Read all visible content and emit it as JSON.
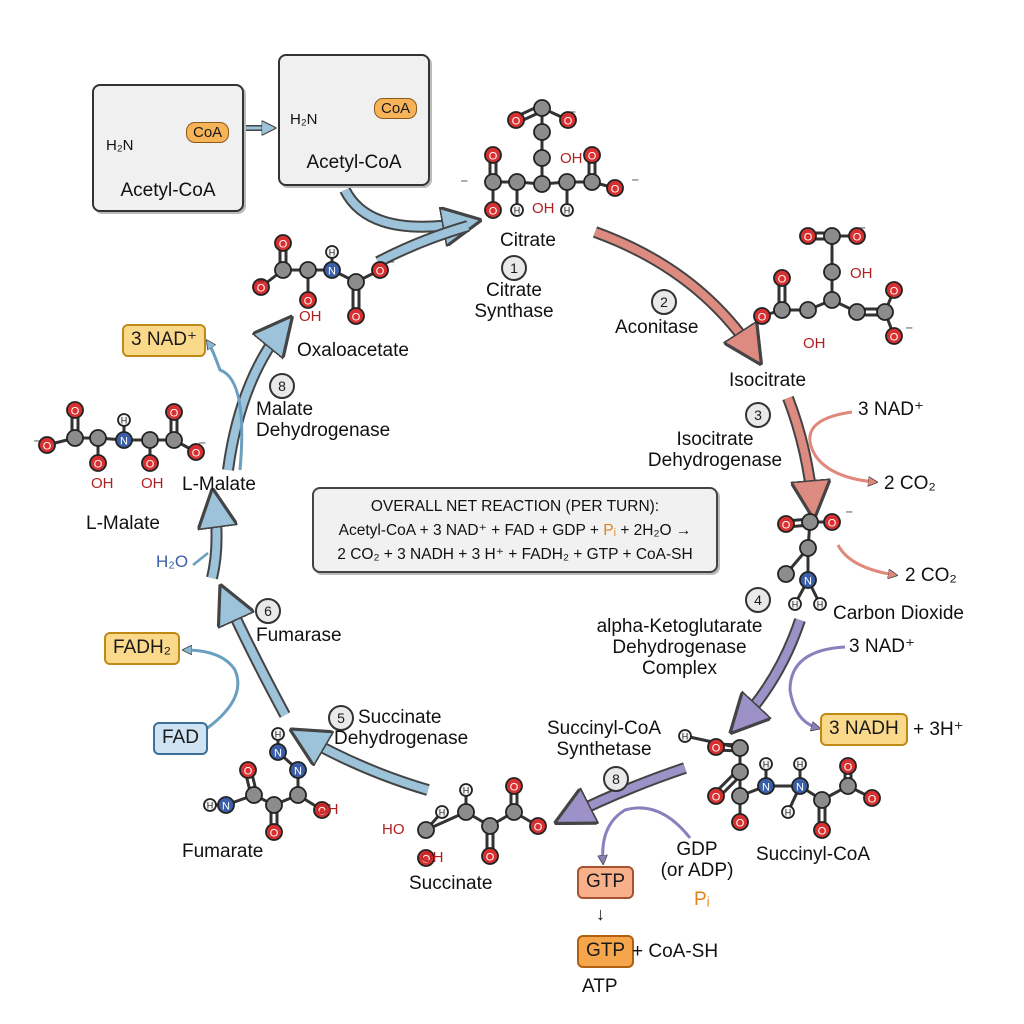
{
  "molecules": {
    "acetyl_coa_1": "Acetyl-CoA",
    "acetyl_coa_2": "Acetyl-CoA",
    "citrate": "Citrate",
    "isocitrate": "Isocitrate",
    "carbon_dioxide": "Carbon Dioxide",
    "succinyl_coa": "Succinyl-CoA",
    "succinate": "Succinate",
    "fumarate": "Fumarate",
    "l_malate_1": "L-Malate",
    "l_malate_2": "L-Malate",
    "oxaloacetate": "Oxaloacetate"
  },
  "coa_tag": "CoA",
  "atoms": {
    "h2n": "H₂N",
    "oxygen": "O",
    "hydrogen": "H",
    "oh": "OH",
    "ho": "HO",
    "nitrogen": "N",
    "minus": "⁻"
  },
  "steps": [
    {
      "number": "1",
      "enzyme": "Citrate\nSynthase"
    },
    {
      "number": "2",
      "enzyme": "Aconitase"
    },
    {
      "number": "3",
      "enzyme": "Isocitrate\nDehydrogenase"
    },
    {
      "number": "4",
      "enzyme": "alpha-Ketoglutarate\nDehydrogenase\nComplex"
    },
    {
      "number": "8",
      "enzyme": "Succinyl-CoA\nSynthetase"
    },
    {
      "number": "5",
      "enzyme": "Succinate\nDehydrogenase"
    },
    {
      "number": "6",
      "enzyme": "Fumarase"
    },
    {
      "number": "8",
      "enzyme": "Malate\nDehydrogenase"
    }
  ],
  "cofactors": {
    "nad_iso": "3 NAD⁺",
    "co2_iso": "2 CO₂",
    "co2_akg": "2 CO₂",
    "nad_akg": "3 NAD⁺",
    "nadh": "3 NADH",
    "h_plus": "+ 3H⁺",
    "gdp": "GDP\n(or ADP)",
    "pi": "Pᵢ",
    "gtp_1": "GTP",
    "gtp_2": "GTP",
    "coa_sh": "+ CoA-SH",
    "atp": "ATP",
    "fad": "FAD",
    "fadh2": "FADH₂",
    "h2o": "H₂O",
    "nad_malate": "3 NAD⁺",
    "down_arrow": "↓"
  },
  "net_reaction": {
    "title": "OVERALL NET REACTION (PER TURN):",
    "line1_before": "Acetyl-CoA + 3 NAD⁺ + FAD + GDP + ",
    "line1_pi": "Pᵢ",
    "line1_after": " + 2H₂O →",
    "line2": "2 CO₂ + 3 NADH + 3 H⁺ + FADH₂ + GTP + CoA-SH"
  },
  "colors": {
    "oxygen": "#d83030",
    "nitrogen": "#3a5fa8",
    "carbon": "#8c8c8c",
    "hydrogen": "#f4f4f4",
    "arrow_red": "#dd8a80",
    "arrow_purple": "#9d92c8",
    "arrow_blue": "#9cc3da"
  }
}
